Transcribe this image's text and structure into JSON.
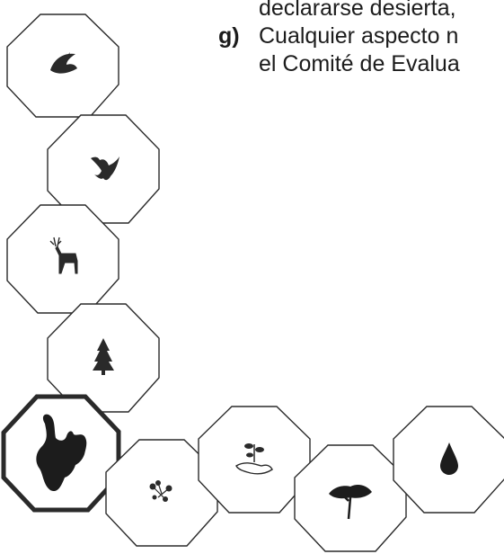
{
  "text": {
    "line_1": "declararse desierta,",
    "line_2_marker": "g)",
    "line_2": "Cualquier aspecto n",
    "line_3": "el Comité de Evalua"
  },
  "tiles": [
    {
      "name": "bird-icon",
      "highlighted": false
    },
    {
      "name": "eagle-icon",
      "highlighted": false
    },
    {
      "name": "deer-icon",
      "highlighted": false
    },
    {
      "name": "pine-tree-icon",
      "highlighted": false
    },
    {
      "name": "map-icon",
      "highlighted": true
    },
    {
      "name": "flower-icon",
      "highlighted": false
    },
    {
      "name": "seedling-hand-icon",
      "highlighted": false
    },
    {
      "name": "acacia-tree-icon",
      "highlighted": false
    },
    {
      "name": "water-drop-icon",
      "highlighted": false
    }
  ],
  "colors": {
    "ink": "#1c1c1c",
    "outline": "#2a2a2a"
  }
}
